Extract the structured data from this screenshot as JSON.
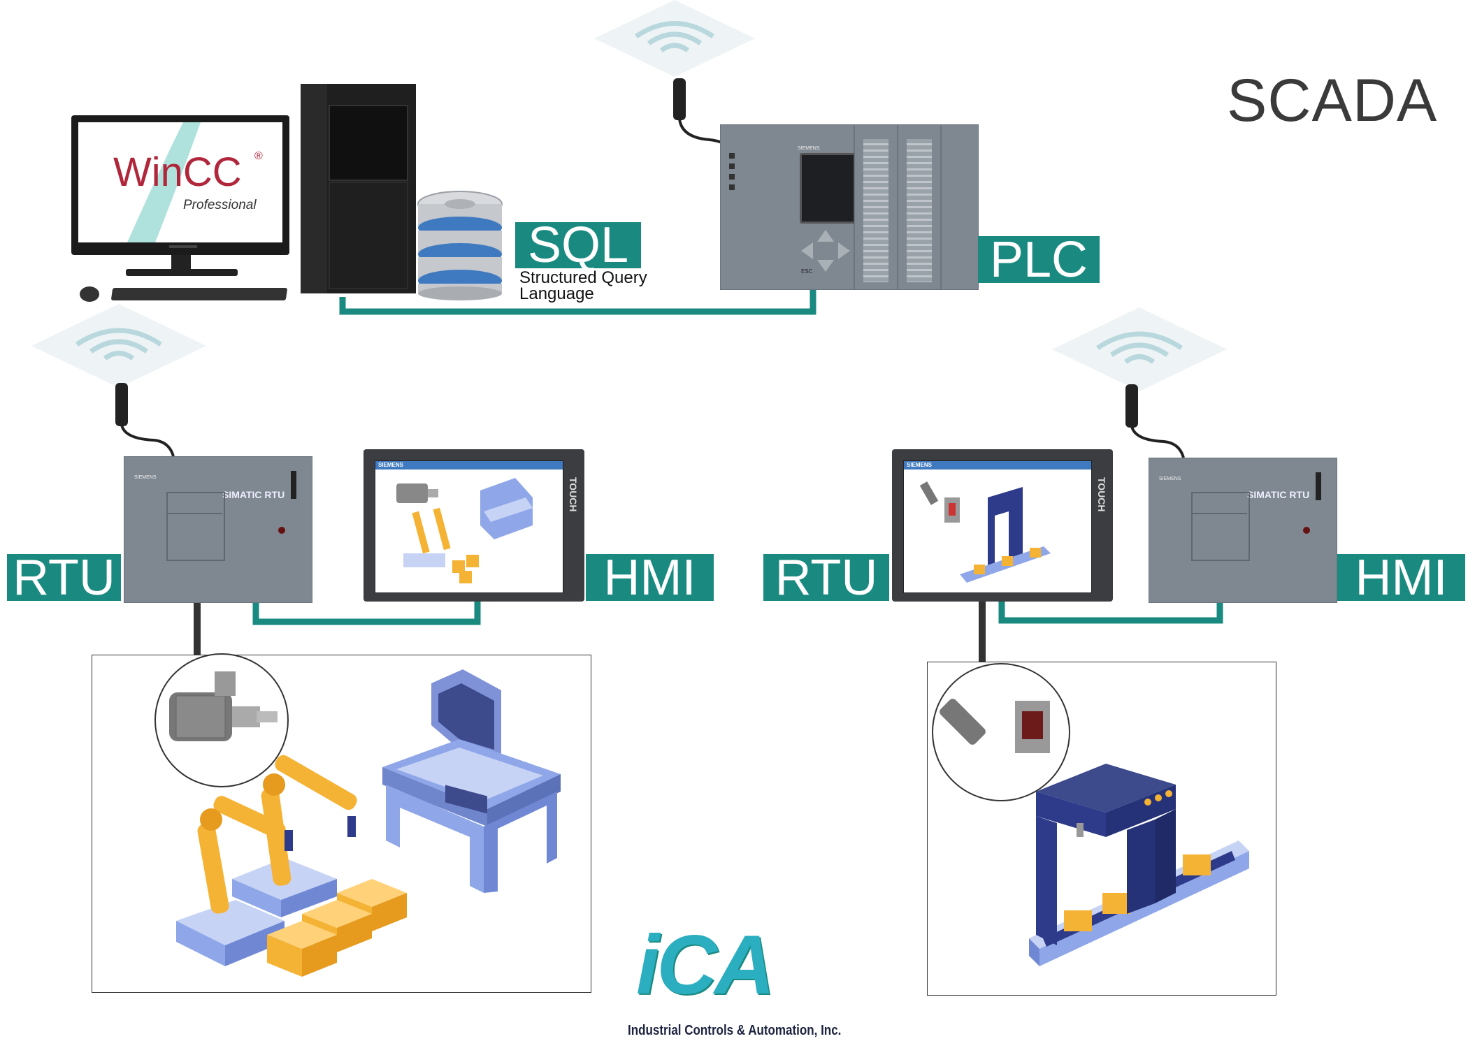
{
  "title": "SCADA",
  "labels": {
    "sql": "SQL",
    "sql_desc_line1": "Structured Query",
    "sql_desc_line2": "Language",
    "plc": "PLC",
    "rtu_left": "RTU",
    "hmi_left": "HMI",
    "rtu_right": "RTU",
    "hmi_right": "HMI"
  },
  "software": {
    "name": "WinCC",
    "edition": "Professional",
    "mark": "®"
  },
  "device_text": {
    "rtu_brand": "SIEMENS",
    "rtu_model": "SIMATIC RTU",
    "hmi_brand": "SIEMENS",
    "hmi_side": "TOUCH",
    "plc_brand": "SIEMENS",
    "plc_key": "ESC"
  },
  "logo": {
    "mark": "iCA",
    "company": "Industrial Controls & Automation, Inc."
  },
  "colors": {
    "accent": "#1a8a80",
    "device": "#7b8590",
    "robot": "#f5b335",
    "machine": "#2e3b8a",
    "console": "#8fa7e8"
  }
}
